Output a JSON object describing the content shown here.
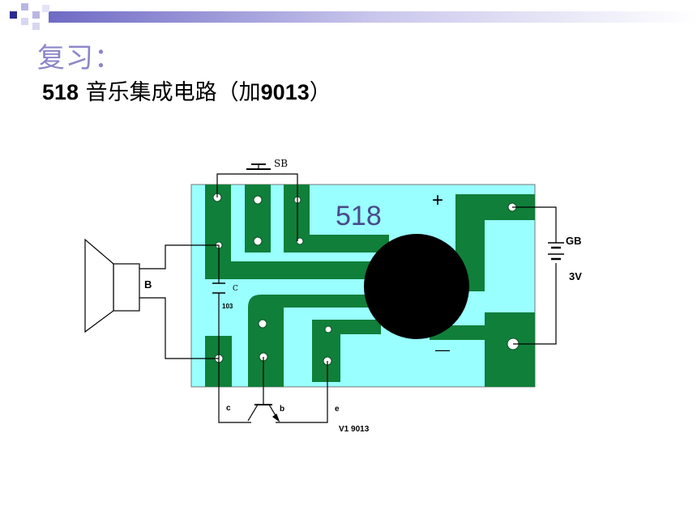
{
  "title": "复习：",
  "subtitle_number": "518",
  "subtitle_text": " 音乐集成电路（加",
  "subtitle_part": "9013",
  "subtitle_close": "）",
  "diagram": {
    "board_label": "518",
    "switch_label": "SB",
    "battery_label": "GB",
    "battery_voltage": "3V",
    "speaker_label": "B",
    "capacitor_label": "C",
    "capacitor_value": "103",
    "plus_sign": "+",
    "minus_sign": "—",
    "collector_label": "c",
    "base_label": "b",
    "emitter_label": "e",
    "transistor_label": "V1 9013"
  },
  "colors": {
    "board": "#99ffff",
    "trace": "#107f3a",
    "title": "#8b86c9",
    "deco_dark": "#2b2b8f",
    "deco_light": "#b9b6e6"
  }
}
